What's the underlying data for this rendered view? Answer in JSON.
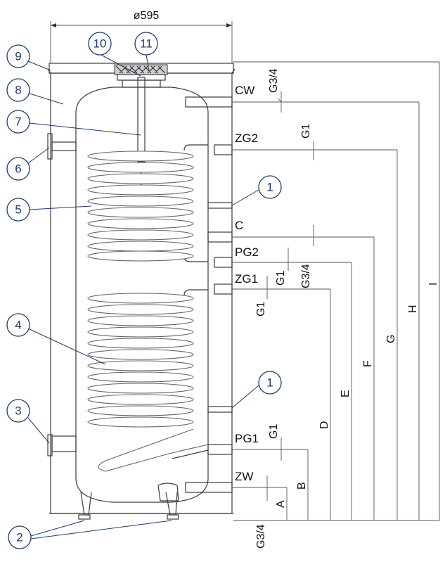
{
  "diagram": {
    "diameter_label": "ø595",
    "callouts": [
      {
        "id": "c9",
        "text": "9"
      },
      {
        "id": "c8",
        "text": "8"
      },
      {
        "id": "c7",
        "text": "7"
      },
      {
        "id": "c6",
        "text": "6"
      },
      {
        "id": "c5",
        "text": "5"
      },
      {
        "id": "c4",
        "text": "4"
      },
      {
        "id": "c3",
        "text": "3"
      },
      {
        "id": "c2",
        "text": "2"
      },
      {
        "id": "c10",
        "text": "10"
      },
      {
        "id": "c11",
        "text": "11"
      },
      {
        "id": "c1a",
        "text": "1"
      },
      {
        "id": "c1b",
        "text": "1"
      }
    ],
    "connections": {
      "cw": "CW",
      "zg2": "ZG2",
      "c": "C",
      "pg2": "PG2",
      "zg1": "ZG1",
      "pg1": "PG1",
      "zw": "ZW"
    },
    "thread_sizes": {
      "cw": "G3/4",
      "zg2": "G1",
      "pg2_a": "G1",
      "pg2_b": "G3/4",
      "zg1": "G1",
      "pg1": "G1",
      "zw": "G3/4"
    },
    "dimensions": [
      "A",
      "B",
      "D",
      "E",
      "F",
      "G",
      "H",
      "I"
    ]
  }
}
